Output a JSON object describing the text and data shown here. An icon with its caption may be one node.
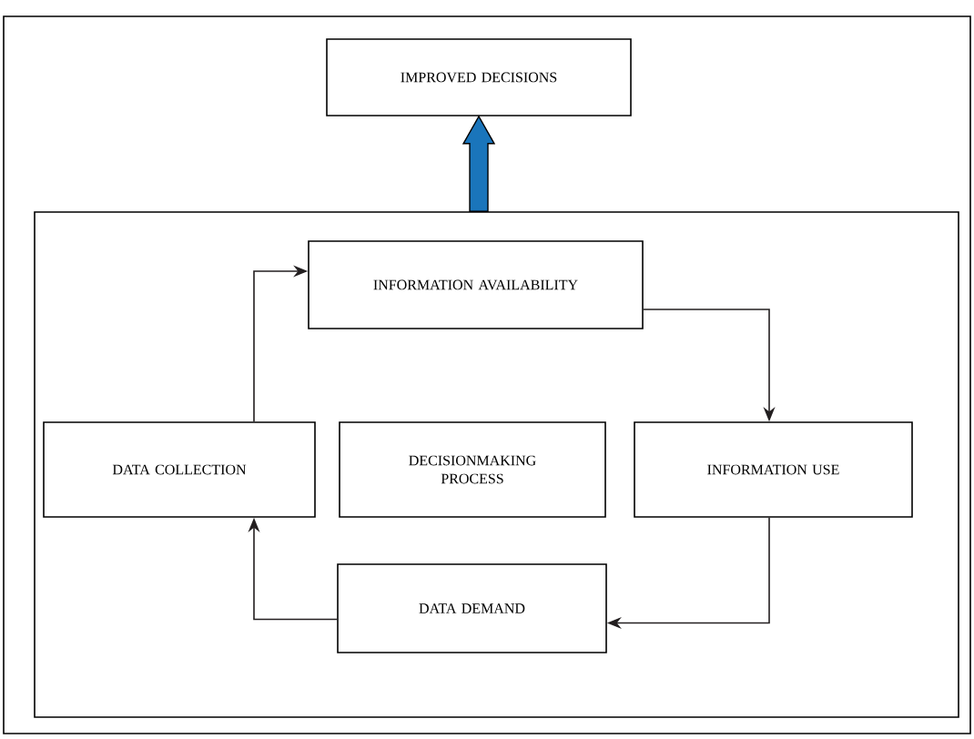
{
  "diagram": {
    "nodes": [
      {
        "text": [
          "IMPROVED DECISIONS"
        ]
      },
      {
        "text": [],
        "shape": "box"
      },
      {
        "text": [
          "INFORMATION AVAILABILITY"
        ],
        "in": 1
      },
      {
        "text": [
          "DATA COLLECTION"
        ],
        "in": 1
      },
      {
        "text": [
          "DECISIONMAKING PROCESS"
        ],
        "in": 1
      },
      {
        "text": [
          "INFORMATION USE"
        ],
        "in": 1
      },
      {
        "text": [
          "DATA DEMAND"
        ],
        "in": 1
      }
    ],
    "edges": [
      {
        "from": 3,
        "to": 2,
        "arrow": "to"
      },
      {
        "from": 2,
        "to": 5,
        "arrow": "to"
      },
      {
        "from": 5,
        "to": 6,
        "arrow": "to"
      },
      {
        "from": 6,
        "to": 3,
        "arrow": "to"
      },
      {
        "from": 1,
        "to": 0,
        "arrow": "to",
        "style": "thick",
        "color": "#1a75bb"
      }
    ]
  }
}
